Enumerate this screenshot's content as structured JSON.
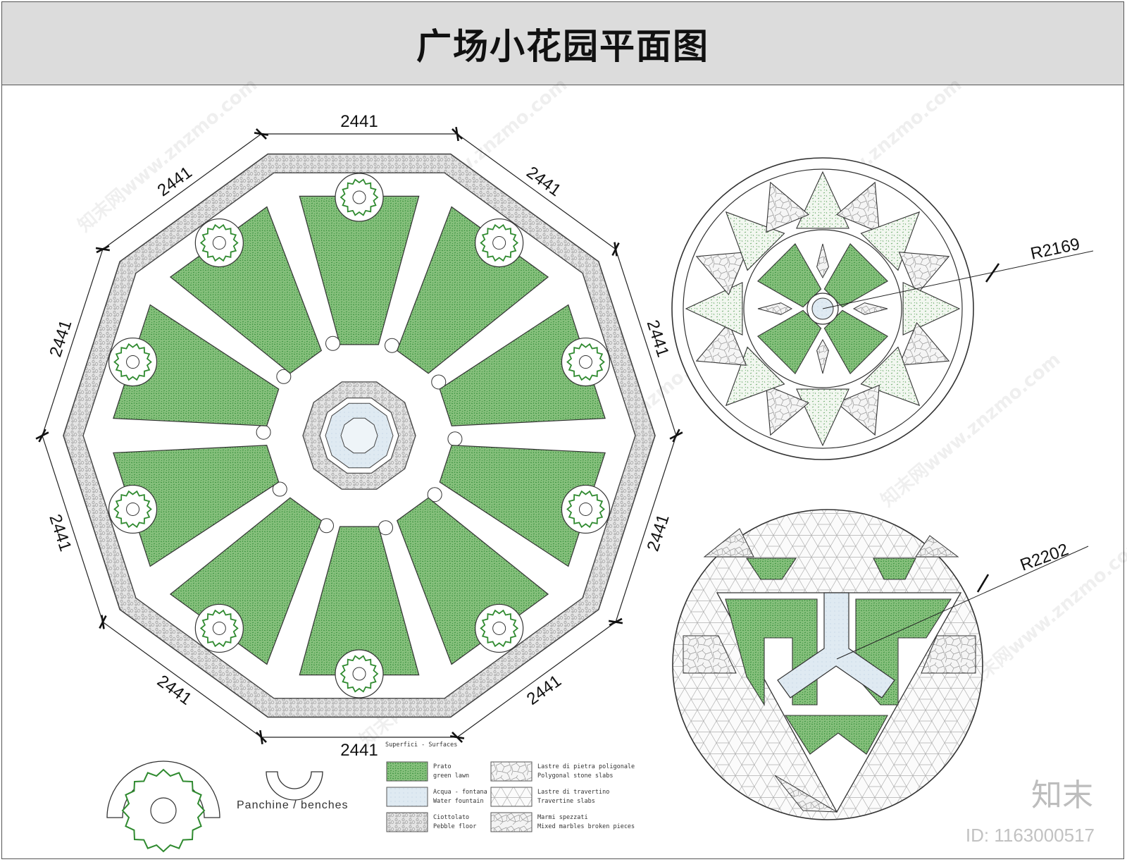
{
  "title": "广场小花园平面图",
  "dimensions": {
    "side": "2441",
    "radius_top": "R2169",
    "radius_bottom": "R2202"
  },
  "legend": {
    "header": "Superfici  -  Surfaces",
    "items": [
      {
        "it": "Prato",
        "en": "green lawn",
        "swatch": "lawn"
      },
      {
        "it": "Acqua - fontana",
        "en": "Water fountain",
        "swatch": "water"
      },
      {
        "it": "Ciottolato",
        "en": "Pebble floor",
        "swatch": "pebble"
      },
      {
        "it": "Lastre di pietra poligonale",
        "en": "Polygonal stone slabs",
        "swatch": "polygon"
      },
      {
        "it": "Lastre di travertino",
        "en": "Travertine slabs",
        "swatch": "travertine"
      },
      {
        "it": "Marmi spezzati",
        "en": "Mixed marbles broken pieces",
        "swatch": "marble"
      }
    ],
    "bench_label": "Panchine  /  benches"
  },
  "brand": "知末",
  "id_text": "ID: 1163000517",
  "watermark": "知末网www.znzmo.com",
  "colors": {
    "lawn": "#7dbb72",
    "lawn_dark": "#2f8a2f",
    "water": "#dde9f1",
    "path": "#ffffff",
    "pebble": "#d2d2d2",
    "header_bg": "#dcdcdc"
  }
}
